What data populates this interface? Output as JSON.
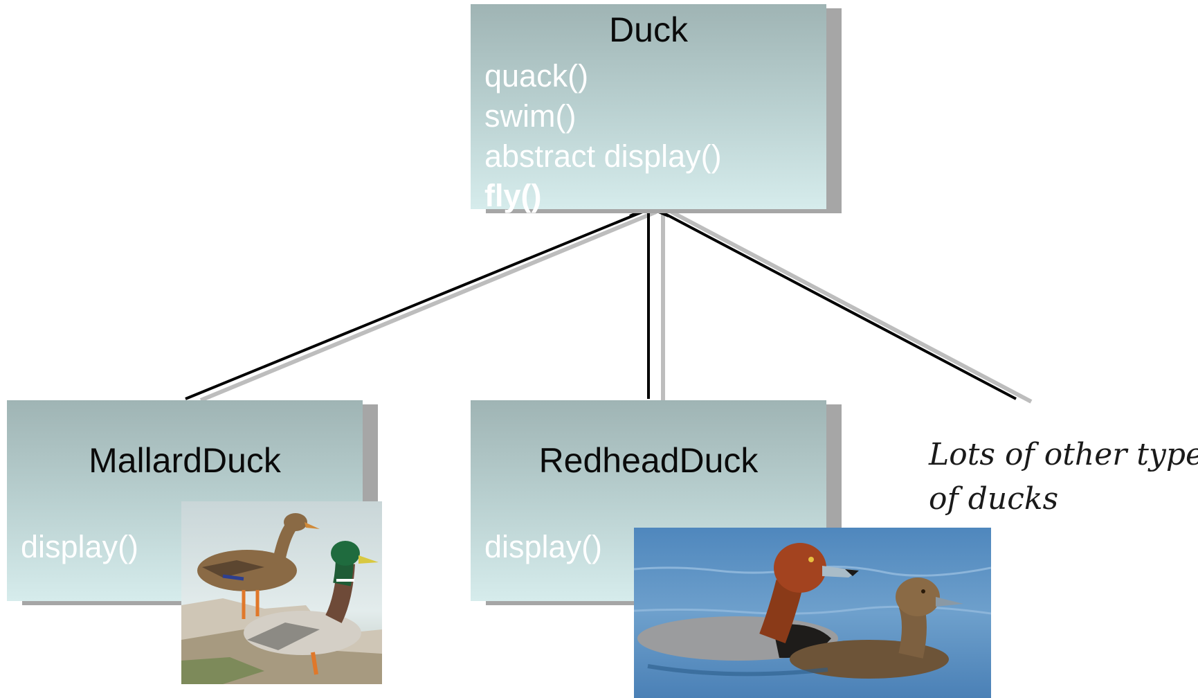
{
  "duck_class": {
    "name": "Duck",
    "methods": [
      "quack()",
      "swim()",
      "abstract display()"
    ],
    "highlighted_method": "fly()"
  },
  "mallard_class": {
    "name": "MallardDuck",
    "method": "display()",
    "photo_icon": "mallard-ducks-photo"
  },
  "redhead_class": {
    "name": "RedheadDuck",
    "method": "display()",
    "photo_icon": "redhead-ducks-photo"
  },
  "other_types_note": {
    "line1": "Lots of other types",
    "line2": "of ducks"
  },
  "colors": {
    "box_gradient_top": "#9fb4b4",
    "box_gradient_bottom": "#d6ecec",
    "box_shadow": "#a6a6a6",
    "method_text": "#ffffff",
    "class_name_text": "#0a0a0a",
    "connector": "#000000"
  }
}
